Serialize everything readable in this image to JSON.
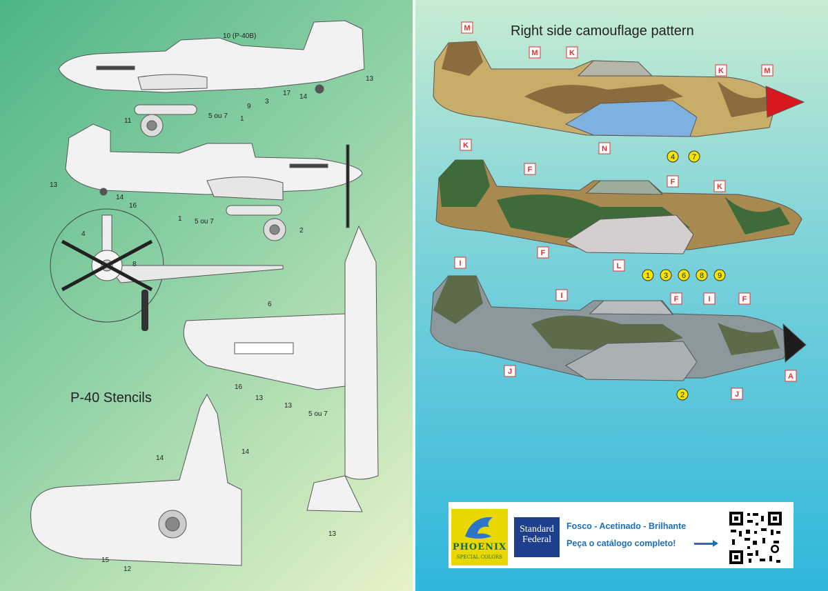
{
  "stencils": {
    "title": "P-40 Stencils",
    "callouts": [
      "10 (P-40B)",
      "17",
      "3",
      "14",
      "13",
      "9",
      "1",
      "5 ou 7",
      "11",
      "13",
      "14",
      "16",
      "1",
      "5 ou 7",
      "2",
      "4",
      "8",
      "6",
      "16",
      "13",
      "13",
      "5 ou 7",
      "14",
      "14",
      "15",
      "12",
      "13"
    ]
  },
  "camouflage": {
    "title": "Right side camouflage pattern",
    "aircraft1": {
      "tags": [
        "M",
        "M",
        "K",
        "K",
        "M",
        "N"
      ],
      "numbers": [
        "4",
        "7"
      ],
      "colors": {
        "sand": "#c8ad68",
        "brown": "#8c6b3e",
        "under": "#7fb1e0",
        "spinner": "#d8181f"
      }
    },
    "aircraft2": {
      "tags": [
        "K",
        "F",
        "F",
        "K",
        "F",
        "L"
      ],
      "numbers": [
        "1",
        "3",
        "6",
        "8",
        "9"
      ],
      "colors": {
        "sand": "#a8894f",
        "green": "#3e6b39",
        "under": "#d4cfcf"
      }
    },
    "aircraft3": {
      "tags": [
        "I",
        "I",
        "F",
        "I",
        "F",
        "J",
        "A",
        "J"
      ],
      "numbers": [
        "2"
      ],
      "colors": {
        "grey": "#8c989c",
        "green": "#5c6b4a",
        "under": "#a8b1b4",
        "spinner": "#1c1c1c"
      }
    }
  },
  "banner": {
    "brand": "PHOENIX",
    "brand_sub": "SPECIAL COLORS",
    "partner_line1": "Standard",
    "partner_line2": "Federal",
    "finishes": "Fosco - Acetinado - Brilhante",
    "catalog": "Peça o catálogo completo!"
  }
}
